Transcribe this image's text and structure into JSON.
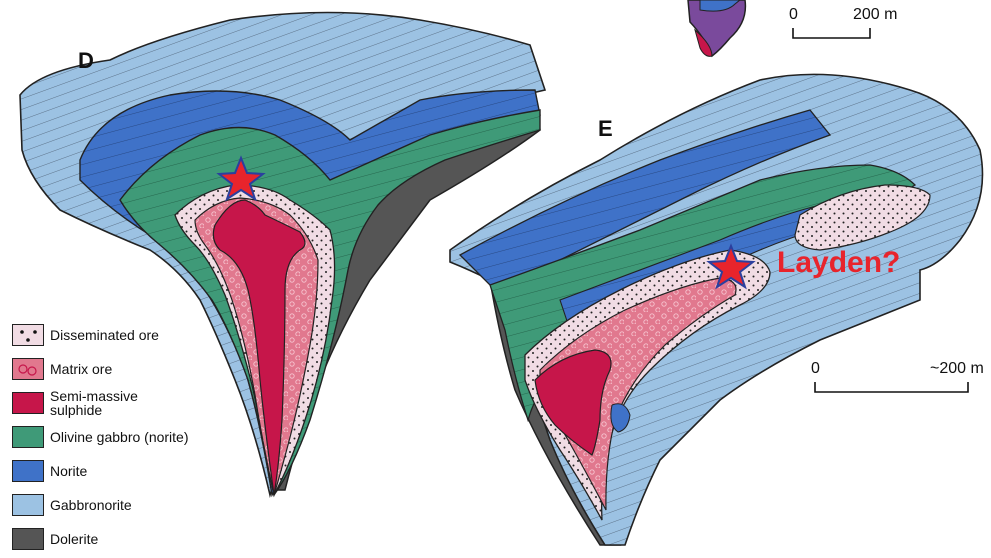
{
  "panels": {
    "d": {
      "label": "D"
    },
    "e": {
      "label": "E"
    }
  },
  "scale_bars": {
    "top": {
      "start": "0",
      "end": "200 m"
    },
    "right": {
      "start": "0",
      "end": "~200 m"
    }
  },
  "callout": {
    "text": "Layden?"
  },
  "legend": {
    "items": [
      {
        "label": "Disseminated ore",
        "color": "#f1dce4",
        "pattern": "dots"
      },
      {
        "label": "Matrix ore",
        "color": "#e1788e",
        "pattern": "circles"
      },
      {
        "label": "Semi-massive\n sulphide",
        "color": "#c6164a",
        "pattern": "solid"
      },
      {
        "label": "Olivine gabbro (norite)",
        "color": "#3f9a78",
        "pattern": "solid"
      },
      {
        "label": "Norite",
        "color": "#3f72c8",
        "pattern": "solid"
      },
      {
        "label": "Gabbronorite",
        "color": "#9cc2e3",
        "pattern": "solid"
      },
      {
        "label": "Dolerite",
        "color": "#555555",
        "pattern": "solid"
      }
    ]
  },
  "colors": {
    "gabbronorite": "#9cc2e3",
    "norite": "#3f72c8",
    "olivine_gabbro": "#3f9a78",
    "disseminated_ore": "#f1dce4",
    "matrix_ore": "#e1788e",
    "semi_massive_sulphide": "#c6164a",
    "dolerite": "#555555",
    "star": "#e8242c",
    "star_outline": "#2b3f9e",
    "callout": "#e8242c",
    "purple_lobe": "#7a4a9c"
  }
}
